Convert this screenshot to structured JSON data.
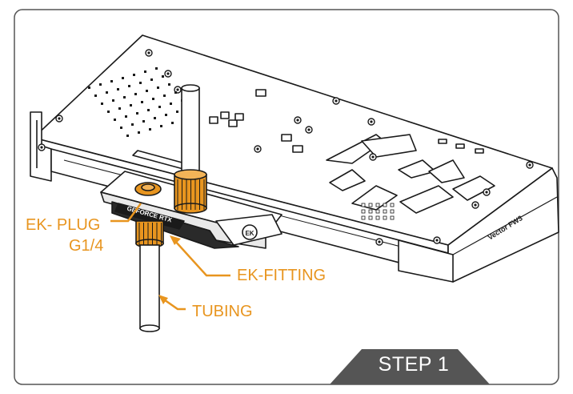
{
  "colors": {
    "accent": "#e8951f",
    "frame": "#555555",
    "line": "#222222",
    "step_badge": "#555555"
  },
  "labels": {
    "plug_line1": "EK- PLUG",
    "plug_line2": "G1/4",
    "fitting": "EK-FITTING",
    "tubing": "TUBING"
  },
  "card_marks": {
    "block_logo": "GEFORCE RTX",
    "brand_mark": "EK",
    "edge_text": "Vector FW3"
  },
  "step": {
    "label": "STEP 1"
  }
}
